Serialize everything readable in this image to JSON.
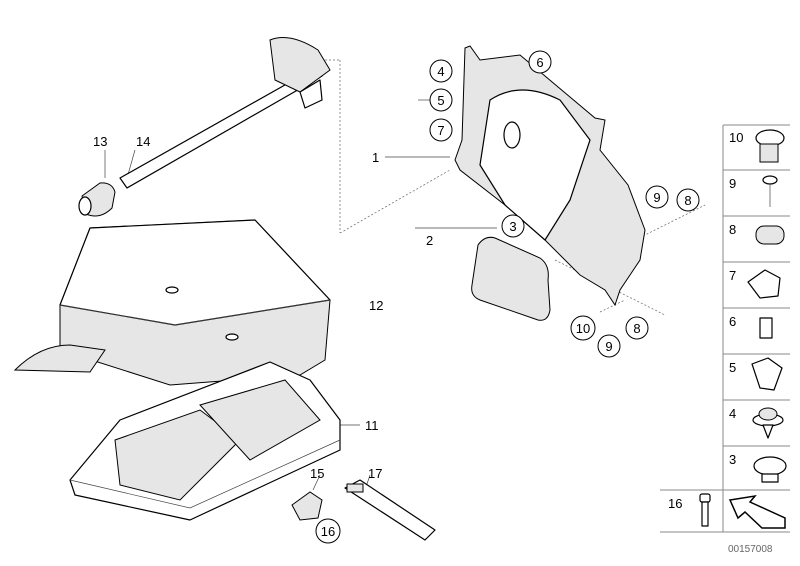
{
  "diagram": {
    "plain_labels": {
      "p1": "1",
      "p2": "2",
      "p12": "12",
      "p11": "11",
      "p13": "13",
      "p14": "14",
      "p15": "15",
      "p17": "17"
    },
    "circled_labels": {
      "c4": "4",
      "c5": "5",
      "c7": "7",
      "c6": "6",
      "c3": "3",
      "c9a": "9",
      "c8a": "8",
      "c10": "10",
      "c9b": "9",
      "c8b": "8",
      "c16": "16"
    },
    "legend": [
      "10",
      "9",
      "8",
      "7",
      "6",
      "5",
      "4",
      "3"
    ],
    "legend_bottom": "16",
    "code": "00157008"
  }
}
